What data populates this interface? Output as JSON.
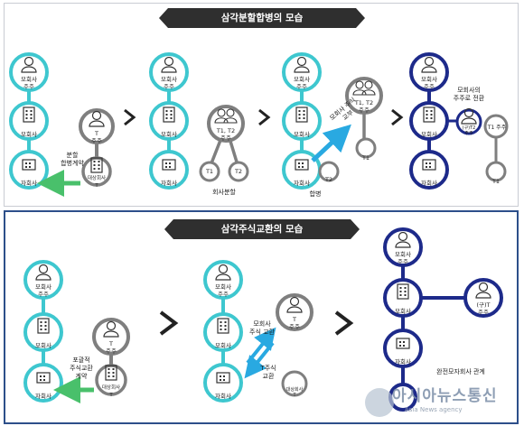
{
  "top_title": "삼각분할합병의 모습",
  "bottom_title": "삼각주식교환의 모습",
  "top": {
    "n_parent_sh": "모회사\n주주",
    "n_parent": "모회사",
    "n_sub": "자회사",
    "n_T_sh": "T\n주주",
    "n_target": "대상회사\nT",
    "e_split": "분할\n합병계약",
    "n_T12_sh": "T1, T2\n주주",
    "n_T1": "T1",
    "n_T2": "T2",
    "e_company_split": "회사분할",
    "e_merge": "합병",
    "e_delivery": "모회사 주식\n교부",
    "n_T12_sh2": "T1, T2\n주주",
    "n_T1b": "T1",
    "e_conversion": "모회사의\n주주로 전환",
    "n_merged_sh": "(구)T2\n주주",
    "n_T1_sh": "T1 주주",
    "n_T1c": "T1"
  },
  "bottom": {
    "n_parent_sh": "모회사\n주주",
    "n_parent": "모회사",
    "n_sub": "자회사",
    "n_T_sh": "T\n주주",
    "n_target": "대상회사\nT",
    "e_exchange": "포괄적\n주식교환\n계약",
    "e_parent_share": "모회사\n주식 교환",
    "e_T_share": "T주식\n교환",
    "n_old_T_sh": "(구)T\n주주",
    "e_full_parent": "완전모자회사 관계"
  },
  "watermark": {
    "main": "아시아뉴스통신",
    "sub": "Asia News agency"
  },
  "colors": {
    "teal": "#3ec7cf",
    "navy": "#1d2a8a",
    "gray": "#7f7f7f",
    "green": "#49c06b",
    "blue_arrow": "#29a9e1"
  }
}
